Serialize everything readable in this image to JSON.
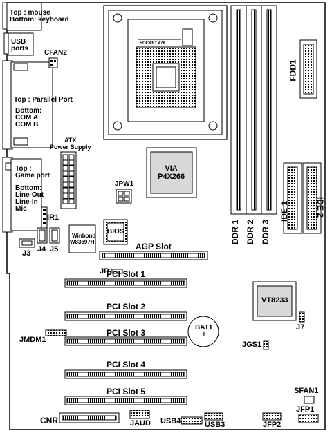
{
  "labels": {
    "ps2": "Top : mouse\nBottom: keyboard",
    "usb": "USB\nports",
    "cfan2": "CFAN2",
    "parallel_top": "Top : Parallel Port",
    "parallel_bottom": "Bottom:\nCOM A\nCOM B",
    "atx": "ATX\nPower Supply",
    "game_top": "Top :\nGame port",
    "game_bottom": "Bottom:\nLine-Out\nLine-In\nMic",
    "ir1": "IR1",
    "j3": "J3",
    "j4": "J4",
    "j5": "J5",
    "winbond": "Winbond\nW83697HF",
    "bios": "BIOS",
    "jpw1": "JPW1",
    "via": "VIA\nP4X266",
    "socket": "SOCKET 478",
    "agp": "AGP Slot",
    "jp1": "JP1",
    "pci1": "PCI Slot 1",
    "pci2": "PCI Slot 2",
    "pci3": "PCI Slot 3",
    "pci4": "PCI Slot 4",
    "pci5": "PCI Slot 5",
    "jmdm1": "JMDM1",
    "batt": "BATT\n+",
    "vt8233": "VT8233",
    "j7": "J7",
    "jgs1": "JGS1",
    "ddr1": "DDR 1",
    "ddr2": "DDR 2",
    "ddr3": "DDR 3",
    "fdd1": "FDD1",
    "ide1": "IDE 1",
    "ide2": "IDE 2",
    "sfan1": "SFAN1",
    "jfp1": "JFP1",
    "cnr": "CNR",
    "jaud": "JAUD",
    "usb4": "USB4",
    "usb3": "USB3",
    "jfp2": "JFP2"
  },
  "colors": {
    "outline": "#000000",
    "chip_fill": "#d8d8d8",
    "board": "#ffffff"
  }
}
